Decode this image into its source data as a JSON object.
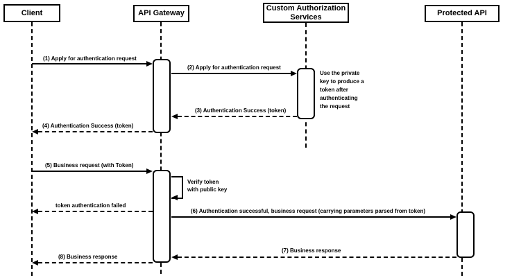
{
  "diagram_type": "uml-sequence-diagram",
  "colors": {
    "line": "#000000",
    "background": "#ffffff",
    "text": "#000000"
  },
  "participants": [
    {
      "label": "Client"
    },
    {
      "label": "API Gateway"
    },
    {
      "label": "Custom Authorization Services"
    },
    {
      "label": "Protected API"
    }
  ],
  "messages": [
    {
      "label": "(1) Apply for authentication request",
      "from": "Client",
      "to": "API Gateway",
      "style": "solid"
    },
    {
      "label": "(2) Apply for authentication request",
      "from": "API Gateway",
      "to": "Custom Authorization Services",
      "style": "solid"
    },
    {
      "label": "(3) Authentication Success (token)",
      "from": "Custom Authorization Services",
      "to": "API Gateway",
      "style": "dashed"
    },
    {
      "label": "(4) Authentication Success (token)",
      "from": "API Gateway",
      "to": "Client",
      "style": "dashed"
    },
    {
      "label": "(5) Business request (with Token)",
      "from": "Client",
      "to": "API Gateway",
      "style": "solid"
    },
    {
      "label": "Verify token with public key",
      "from": "API Gateway",
      "to": "API Gateway",
      "style": "self"
    },
    {
      "label": "token authentication failed",
      "from": "API Gateway",
      "to": "Client",
      "style": "dashed"
    },
    {
      "label": "(6) Authentication successful, business request (carrying parameters parsed from token)",
      "from": "API Gateway",
      "to": "Protected API",
      "style": "solid"
    },
    {
      "label": "(7) Business response",
      "from": "Protected API",
      "to": "API Gateway",
      "style": "dashed"
    },
    {
      "label": "(8) Business response",
      "from": "API Gateway",
      "to": "Client",
      "style": "dashed"
    }
  ],
  "notes": [
    {
      "label": "Use the private key to produce a token after authenticating the request",
      "attached_to": "Custom Authorization Services"
    }
  ]
}
